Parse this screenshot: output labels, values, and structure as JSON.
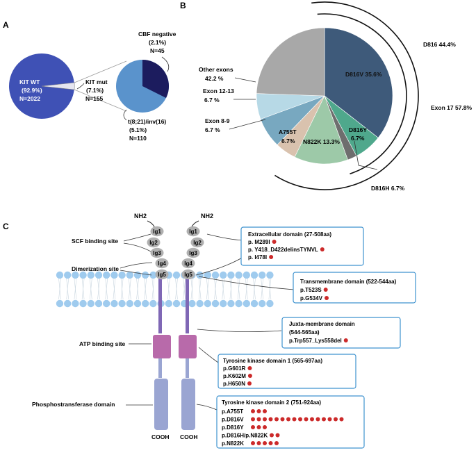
{
  "panels": {
    "a": "A",
    "b": "B",
    "c": "C"
  },
  "panel_a": {
    "kit_wt": {
      "name": "KIT WT",
      "pct": "(92.9%)",
      "n": "N=2022"
    },
    "kit_mut": {
      "name": "KIT mut",
      "pct": "(7.1%)",
      "n": "N=155"
    },
    "cbf_neg": {
      "name": "CBF negative",
      "pct": "(2.1%)",
      "n": "N=45"
    },
    "t821": {
      "name": "t(8;21)/inv(16)",
      "pct": "(5.1%)",
      "n": "N=110"
    }
  },
  "panel_b": {
    "other_exons_1": "Other exons",
    "other_exons_2": "42.2 %",
    "exon1213_1": "Exon 12-13",
    "exon1213_2": "6.7 %",
    "exon89_1": "Exon 8-9",
    "exon89_2": "6.7 %",
    "a755t_1": "A755T",
    "a755t_2": "6.7%",
    "n822k": "N822K 13.3%",
    "d816v": "D816V 35.6%",
    "d816y_1": "D816Y",
    "d816y_2": "6.7%",
    "d816h": "D816H 6.7%",
    "d816_total": "D816 44.4%",
    "exon17": "Exon 17 57.8%"
  },
  "panel_c": {
    "nh2": "NH2",
    "cooh": "COOH",
    "ig_labels": [
      "Ig1",
      "Ig2",
      "Ig3",
      "Ig4",
      "Ig5"
    ],
    "scf_site": "SCF binding site",
    "dimerization": "Dimerization site",
    "atp_site": "ATP binding site",
    "phospho": "Phosphostransferase domain",
    "extracellular": {
      "title": "Extracellular domain (27-508aa)",
      "items": [
        "p. M289I",
        "p. Y418_D422delinsTYNVL",
        "p. I478I"
      ]
    },
    "transmembrane": {
      "title": "Transmembrane domain (522-544aa)",
      "items": [
        "p.T523S",
        "p.G534V"
      ]
    },
    "juxta": {
      "title_1": "Juxta-membrane domain",
      "title_2": "(544-565aa)",
      "items": [
        "p.Trp557_Lys558del"
      ]
    },
    "tk1": {
      "title": "Tyrosine kinase domain 1 (565-697aa)",
      "items": [
        "p.G601R",
        "p.K602M",
        "p.H650N"
      ]
    },
    "tk2": {
      "title": "Tyrosine kinase domain 2 (751-924aa)",
      "items": [
        "p.A755T",
        "p.D816V",
        "p.D816Y",
        "p.D816H/p.N822K",
        "p.N822K"
      ]
    }
  },
  "colors": {
    "kit_wt": "#3f51b5",
    "cbf_negative": "#1c1c5e",
    "t821": "#5a93cc",
    "d816v": "#3e5a7a",
    "d816y": "#4fa88c",
    "d816h": "#6e6e6e",
    "n822k": "#9dc9a8",
    "a755t": "#d9c2ae",
    "exon89": "#78a8c0",
    "exon1213": "#b7d9e6",
    "other": "#a8a8a8",
    "membrane": "#9fcbee",
    "receptor_stem": "#7f67b5",
    "kinase1": "#b86aaa",
    "kinase2": "#9aa5d2",
    "ig_domain": "#b0b0b0",
    "box_border": "#3e92cf",
    "mutation_dot": "#cc2a2a"
  }
}
